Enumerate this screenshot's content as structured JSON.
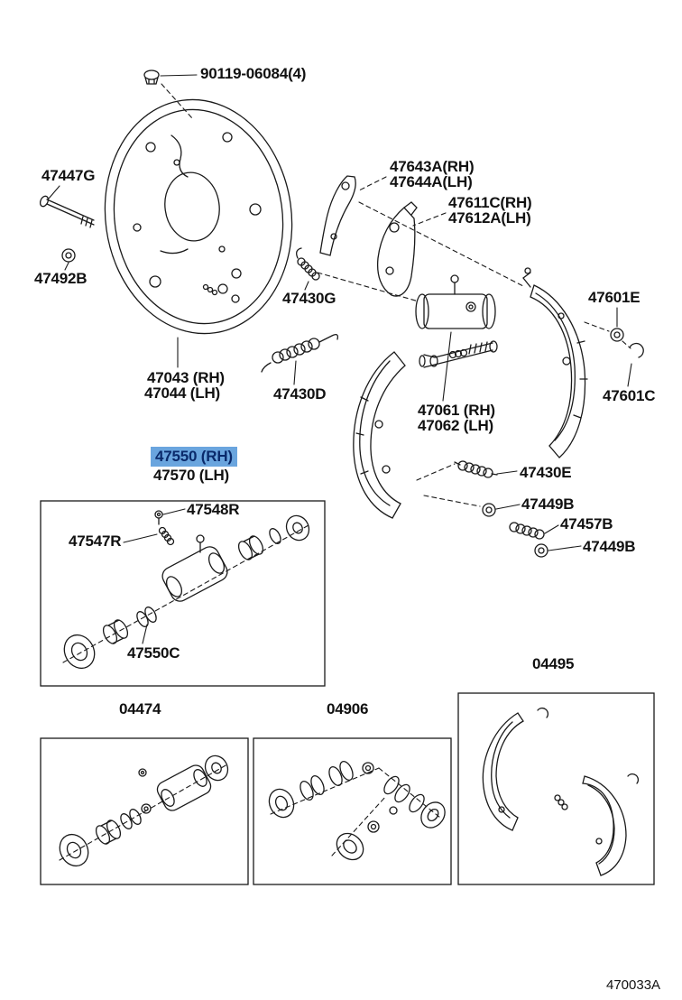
{
  "diagram": {
    "code": "470033A",
    "highlight_color": "#6aa5de",
    "line_color": "#1a1a1a",
    "background": "#ffffff"
  },
  "labels": {
    "p90119": "90119-06084(4)",
    "p47447G": "47447G",
    "p47492B": "47492B",
    "p47043": "47043 (RH)",
    "p47044": "47044 (LH)",
    "p47430G": "47430G",
    "p47430D": "47430D",
    "p47643A": "47643A(RH)",
    "p47644A": "47644A(LH)",
    "p47611C": "47611C(RH)",
    "p47612A": "47612A(LH)",
    "p47601E": "47601E",
    "p47601C": "47601C",
    "p47061": "47061 (RH)",
    "p47062": "47062 (LH)",
    "p47430E": "47430E",
    "p47449B_1": "47449B",
    "p47457B": "47457B",
    "p47449B_2": "47449B",
    "p47550": "47550 (RH)",
    "p47570": "47570 (LH)",
    "p47548R": "47548R",
    "p47547R": "47547R",
    "p47550C": "47550C",
    "kit04474": "04474",
    "kit04906": "04906",
    "kit04495": "04495"
  }
}
